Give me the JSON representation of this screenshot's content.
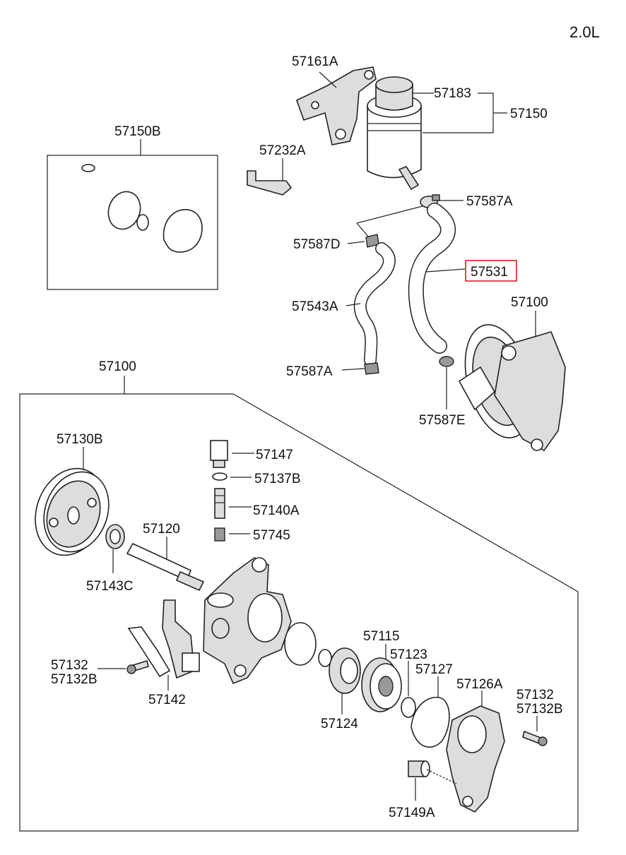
{
  "diagram": {
    "engine": "2.0L",
    "highlight_color": "#d62020",
    "labels": {
      "p57161A": "57161A",
      "p57183": "57183",
      "p57150": "57150",
      "p57150B": "57150B",
      "p57232A": "57232A",
      "p57587A_top": "57587A",
      "p57587D": "57587D",
      "p57531": "57531",
      "p57543A": "57543A",
      "p57100_top": "57100",
      "p57587A_low": "57587A",
      "p57587E": "57587E",
      "p57100_main": "57100",
      "p57130B": "57130B",
      "p57147": "57147",
      "p57137B": "57137B",
      "p57140A": "57140A",
      "p57120": "57120",
      "p57745": "57745",
      "p57143C": "57143C",
      "p57115": "57115",
      "p57123": "57123",
      "p57127": "57127",
      "p57126A": "57126A",
      "p57132_left": "57132",
      "p57132B_left": "57132B",
      "p57132_right": "57132",
      "p57132B_right": "57132B",
      "p57142": "57142",
      "p57124": "57124",
      "p57149A": "57149A"
    }
  }
}
